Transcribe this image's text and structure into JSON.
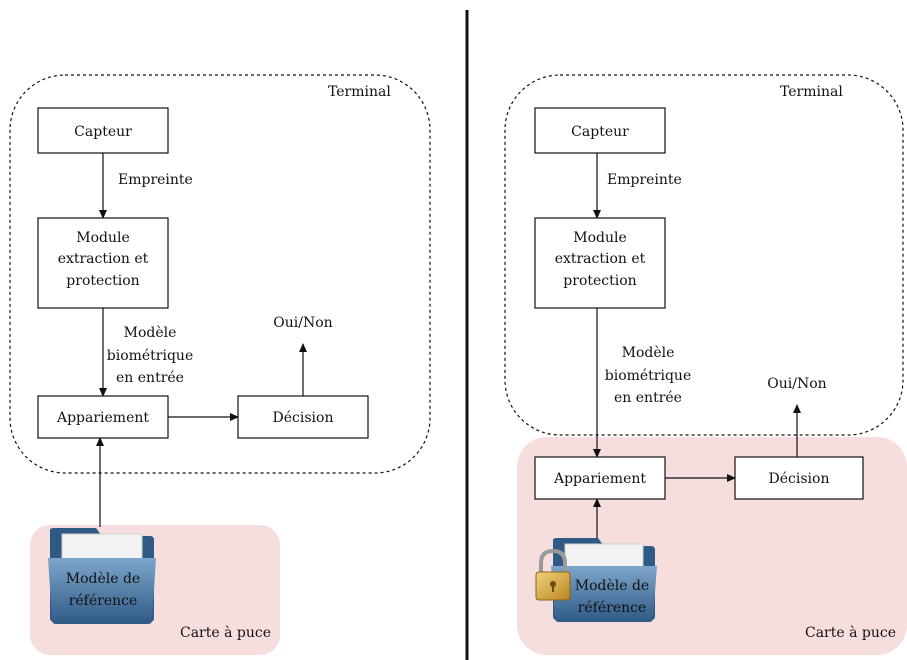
{
  "left": {
    "terminal_label": "Terminal",
    "capteur": "Capteur",
    "empreinte": "Empreinte",
    "module_lines": [
      "Module",
      "extraction et",
      "protection"
    ],
    "modele_lines": [
      "Modèle",
      "biométrique",
      "en entrée"
    ],
    "appariement": "Appariement",
    "decision": "Décision",
    "oui_non": "Oui/Non",
    "reference_lines": [
      "Modèle de",
      "référence"
    ],
    "carte": "Carte à puce"
  },
  "right": {
    "terminal_label": "Terminal",
    "capteur": "Capteur",
    "empreinte": "Empreinte",
    "module_lines": [
      "Module",
      "extraction et",
      "protection"
    ],
    "modele_lines": [
      "Modèle",
      "biométrique",
      "en entrée"
    ],
    "appariement": "Appariement",
    "decision": "Décision",
    "oui_non": "Oui/Non",
    "reference_lines": [
      "Modèle de",
      "référence"
    ],
    "carte": "Carte à puce"
  },
  "colors": {
    "card_fill": "#f6dede",
    "box_stroke": "#111111",
    "folder_dark": "#2f5a86",
    "folder_light": "#6b95bd",
    "lock_gold": "#d8a83a"
  },
  "icons": {
    "folder": "folder-icon",
    "lock": "lock-icon"
  }
}
